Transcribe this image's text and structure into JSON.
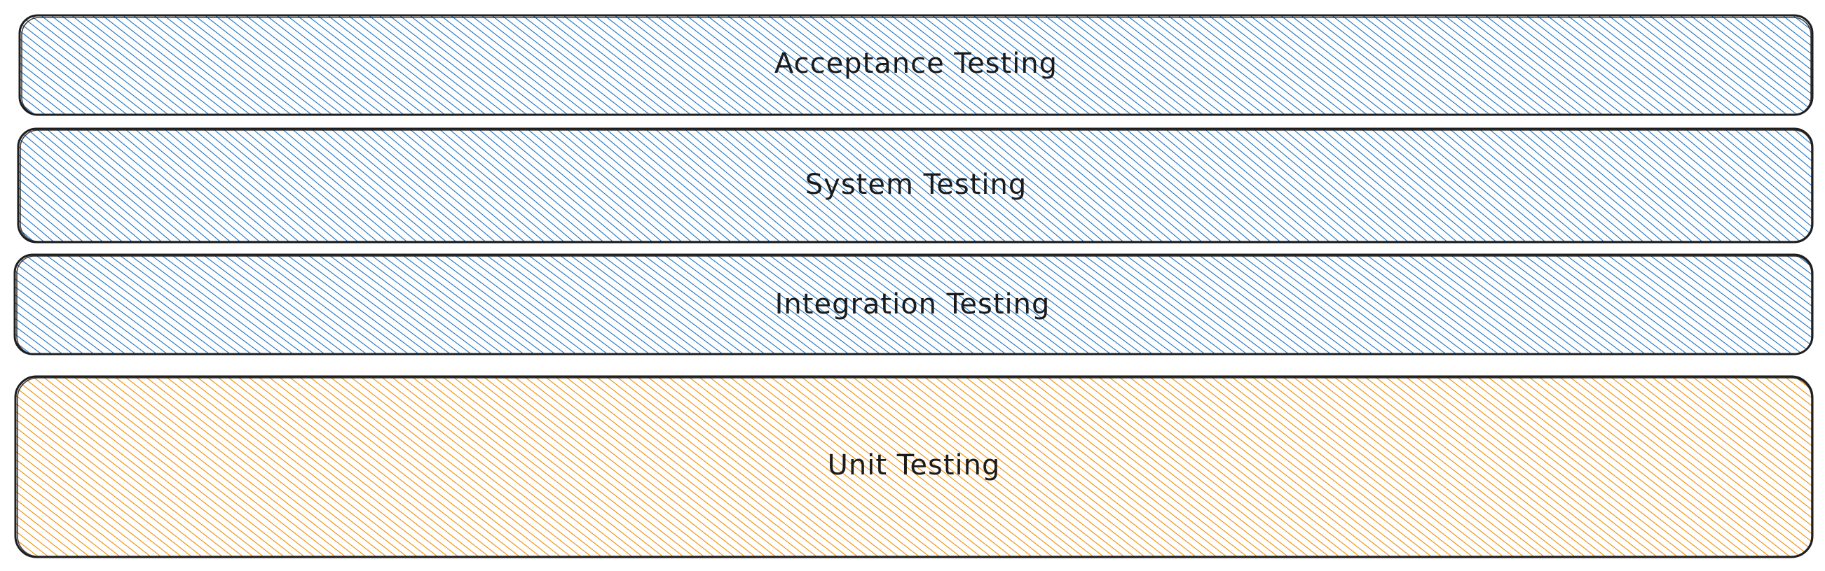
{
  "diagram": {
    "layers": [
      {
        "id": "acceptance",
        "label": "Acceptance Testing",
        "hatch_color": "#1971c2"
      },
      {
        "id": "system",
        "label": "System Testing",
        "hatch_color": "#1971c2"
      },
      {
        "id": "integration",
        "label": "Integration Testing",
        "hatch_color": "#1971c2"
      },
      {
        "id": "unit",
        "label": "Unit Testing",
        "hatch_color": "#f08c00"
      }
    ]
  }
}
